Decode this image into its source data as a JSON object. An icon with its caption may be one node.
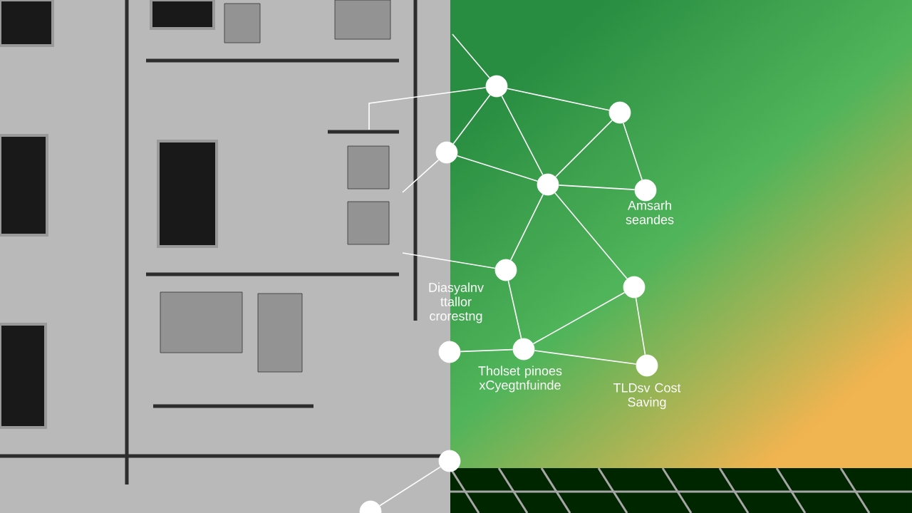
{
  "diagram": {
    "nodes": [
      {
        "text": [],
        "shape": "circle"
      },
      {
        "text": [],
        "shape": "circle"
      },
      {
        "text": [],
        "shape": "circle"
      },
      {
        "text": [],
        "shape": "circle"
      },
      {
        "text": [],
        "shape": "circle",
        "beside": [
          "Amsarh seandes"
        ]
      },
      {
        "text": [],
        "shape": "circle",
        "beside": [
          "Diasyalnv ttallor crorestng"
        ]
      },
      {
        "text": [],
        "shape": "circle"
      },
      {
        "text": [],
        "shape": "circle"
      },
      {
        "text": [],
        "shape": "circle",
        "beside": [
          "Tholset pinoes xCyegtnfuinde"
        ]
      },
      {
        "text": [],
        "shape": "circle",
        "beside": [
          "TLDsv Cost Saving"
        ]
      },
      {
        "text": [],
        "shape": "circle"
      },
      {
        "text": [],
        "shape": "circle"
      }
    ],
    "edges": [
      {
        "from": null,
        "to": 0,
        "arrow": "none"
      },
      {
        "from": 0,
        "to": null,
        "arrow": "none"
      },
      {
        "from": 0,
        "to": 1,
        "arrow": "none"
      },
      {
        "from": 0,
        "to": 2,
        "arrow": "none"
      },
      {
        "from": 0,
        "to": 3,
        "arrow": "none"
      },
      {
        "from": 1,
        "to": 3,
        "arrow": "none"
      },
      {
        "from": 1,
        "to": 4,
        "arrow": "none"
      },
      {
        "from": 2,
        "to": null,
        "arrow": "none"
      },
      {
        "from": 2,
        "to": 3,
        "arrow": "none"
      },
      {
        "from": 3,
        "to": 4,
        "arrow": "none"
      },
      {
        "from": 3,
        "to": 5,
        "arrow": "none"
      },
      {
        "from": 3,
        "to": 6,
        "arrow": "none"
      },
      {
        "from": 5,
        "to": null,
        "arrow": "none"
      },
      {
        "from": 5,
        "to": 8,
        "arrow": "none"
      },
      {
        "from": 6,
        "to": 8,
        "arrow": "none"
      },
      {
        "from": 6,
        "to": 9,
        "arrow": "none"
      },
      {
        "from": 7,
        "to": 8,
        "arrow": "none"
      },
      {
        "from": 8,
        "to": 9,
        "arrow": "none"
      },
      {
        "from": 10,
        "to": 11,
        "arrow": "none"
      }
    ]
  }
}
